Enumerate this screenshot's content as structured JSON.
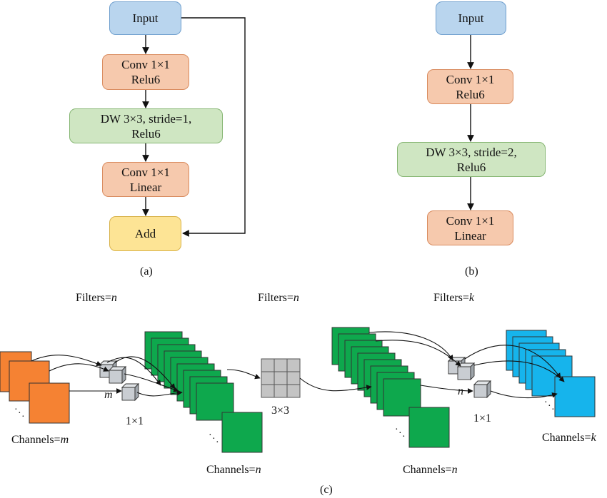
{
  "panel_a": {
    "input": "Input",
    "conv1_line1": "Conv 1×1",
    "conv1_line2": "Relu6",
    "dw_line1": "DW 3×3, stride=1,",
    "dw_line2": "Relu6",
    "conv2_line1": "Conv 1×1",
    "conv2_line2": "Linear",
    "add": "Add",
    "caption": "(a)"
  },
  "panel_b": {
    "input": "Input",
    "conv1_line1": "Conv 1×1",
    "conv1_line2": "Relu6",
    "dw_line1": "DW 3×3, stride=2,",
    "dw_line2": "Relu6",
    "conv2_line1": "Conv 1×1",
    "conv2_line2": "Linear",
    "caption": "(b)"
  },
  "panel_c": {
    "filters_1": "Filters=",
    "filters_1_var": "n",
    "filters_2": "Filters=",
    "filters_2_var": "n",
    "filters_3": "Filters=",
    "filters_3_var": "k",
    "channels_m": "Channels=",
    "channels_m_var": "m",
    "channels_n1": "Channels=",
    "channels_n1_var": "n",
    "channels_n2": "Channels=",
    "channels_n2_var": "n",
    "channels_k": "Channels=",
    "channels_k_var": "k",
    "kernel_1": "1×1",
    "kernel_3": "3×3",
    "kernel_2": "1×1",
    "cube_label_m": "m",
    "cube_label_n": "n",
    "caption": "(c)"
  },
  "colors": {
    "orange_map": "#f58233",
    "green_map": "#0ea84d",
    "blue_map": "#16b4ec",
    "grid_kernel": "#c4c4c4",
    "cube": "#c9cdd2"
  }
}
